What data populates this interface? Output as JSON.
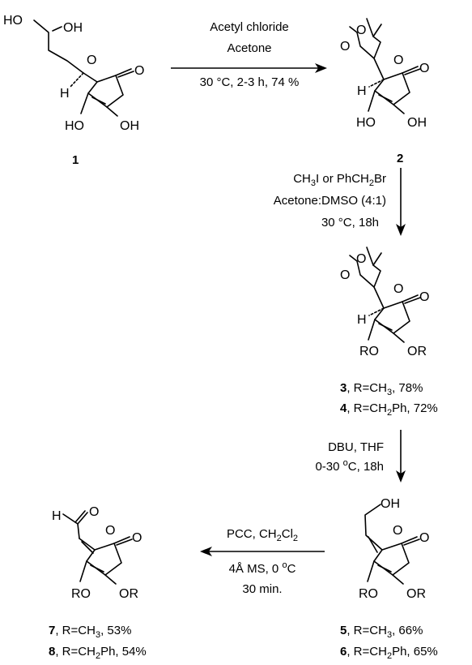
{
  "compounds": {
    "c1": {
      "number": "1",
      "atoms": {
        "ho_top": "HO",
        "oh_side": "OH",
        "o_ring": "O",
        "o_carbonyl": "O",
        "h_stereo": "H",
        "ho_left": "HO",
        "oh_right": "OH"
      }
    },
    "c2": {
      "number": "2",
      "atoms": {
        "o_acetal_a": "O",
        "o_acetal_b": "O",
        "o_ring": "O",
        "o_carbonyl": "O",
        "h_stereo": "H",
        "ho_left": "HO",
        "oh_right": "OH"
      }
    },
    "c34": {
      "atoms": {
        "o_acetal_a": "O",
        "o_acetal_b": "O",
        "o_ring": "O",
        "o_carbonyl": "O",
        "h_stereo": "H",
        "ro_left": "RO",
        "or_right": "OR"
      },
      "labels": [
        {
          "number": "3",
          "text": ", R=CH",
          "sub": "3",
          "tail": ", 78%"
        },
        {
          "number": "4",
          "text": ", R=CH",
          "sub": "2",
          "tail": "Ph, 72%"
        }
      ]
    },
    "c56": {
      "atoms": {
        "oh_top": "OH",
        "o_ring": "O",
        "o_carbonyl": "O",
        "ro_left": "RO",
        "or_right": "OR"
      },
      "labels": [
        {
          "number": "5",
          "text": ", R=CH",
          "sub": "3",
          "tail": ", 66%"
        },
        {
          "number": "6",
          "text": ", R=CH",
          "sub": "2",
          "tail": "Ph, 65%"
        }
      ]
    },
    "c78": {
      "atoms": {
        "h_ald": "H",
        "o_ald": "O",
        "o_ring": "O",
        "o_carbonyl": "O",
        "ro_left": "RO",
        "or_right": "OR"
      },
      "labels": [
        {
          "number": "7",
          "text": ", R=CH",
          "sub": "3",
          "tail": ", 53%"
        },
        {
          "number": "8",
          "text": ", R=CH",
          "sub": "2",
          "tail": "Ph, 54%"
        }
      ]
    }
  },
  "steps": {
    "step1": {
      "line1": "Acetyl chloride",
      "line2": "Acetone",
      "line3": "30 °C, 2-3 h, 74 %"
    },
    "step2": {
      "line1_a": "CH",
      "line1_sub_a": "3",
      "line1_b": "I or PhCH",
      "line1_sub_b": "2",
      "line1_c": "Br",
      "line2": "Acetone:DMSO (4:1)",
      "line3": "30 °C, 18h"
    },
    "step3": {
      "line1": "DBU, THF",
      "line2_a": "0-30 ",
      "line2_sup": "o",
      "line2_b": "C, 18h"
    },
    "step4": {
      "line1_a": "PCC, CH",
      "line1_sub_a": "2",
      "line1_b": "Cl",
      "line1_sub_b": "2",
      "line2_a": "4Å MS, 0 ",
      "line2_sup": "o",
      "line2_b": "C",
      "line3": "30 min."
    }
  }
}
